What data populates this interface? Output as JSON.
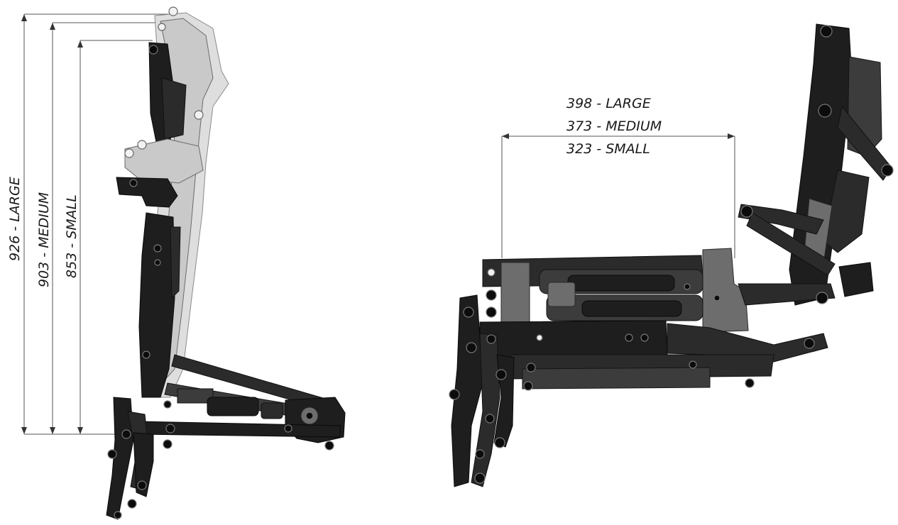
{
  "side_view": {
    "height_dimensions": [
      "926 - LARGE",
      "903 - MEDIUM",
      "853 - SMALL"
    ]
  },
  "front_view": {
    "width_dimensions": [
      "398 - LARGE",
      "373 - MEDIUM",
      "323 - SMALL"
    ]
  },
  "colors": {
    "frame_dark": "#2b2b2b",
    "frame_light": "#c9c9c9",
    "background": "#ffffff"
  }
}
